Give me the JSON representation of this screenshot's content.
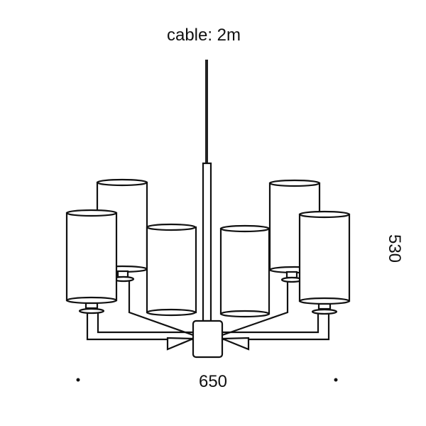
{
  "labels": {
    "cable": "cable: 2m",
    "width": "650",
    "height": "530"
  },
  "colors": {
    "line": "#111111",
    "background": "#ffffff"
  }
}
